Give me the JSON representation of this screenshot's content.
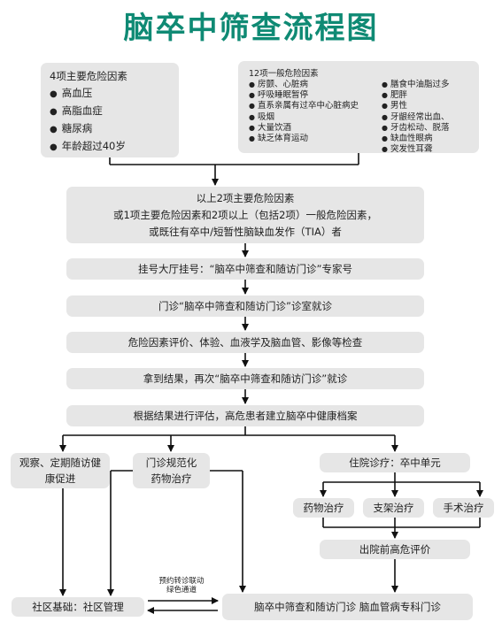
{
  "title": "脑卒中筛查流程图",
  "major_risk": {
    "heading": "4项主要危险因素",
    "items": [
      "高血压",
      "高脂血症",
      "糖尿病",
      "年龄超过40岁"
    ]
  },
  "general_risk": {
    "heading": "12项一般危险因素",
    "col1": [
      "房颤、心脏病",
      "呼吸睡眠暂停",
      "直系亲属有过卒中心脏病史",
      "吸烟",
      "大量饮酒",
      "缺乏体育运动"
    ],
    "col2": [
      "膳食中油脂过多",
      "肥胖",
      "男性",
      "牙龈经常出血、",
      "牙齿松动、脱落",
      "缺血性眼病",
      "突发性耳聋"
    ]
  },
  "criteria": {
    "line1": "以上2项主要危险因素",
    "line2": "或1项主要危险因素和2项以上（包括2项）一般危险因素，",
    "line3": "或既往有卒中/短暂性脑缺血发作（TIA）者"
  },
  "steps": [
    "挂号大厅挂号：“脑卒中筛查和随访门诊”专家号",
    "门诊“脑卒中筛查和随访门诊”诊室就诊",
    "危险因素评价、体验、血液学及脑血管、影像等检查",
    "拿到结果，再次“脑卒中筛查和随访门诊”就诊",
    "根据结果进行评估，高危患者建立脑卒中健康档案"
  ],
  "branches": {
    "observe": "观察、定期随访健康促进",
    "outpatient": "门诊规范化药物治疗",
    "inpatient": "住院诊疗：卒中单元",
    "drug": "药物治疗",
    "stent": "支架治疗",
    "surgery": "手术治疗",
    "discharge": "出院前高危评价",
    "community": "社区基础：社区管理",
    "clinic": "脑卒中筛查和随访门诊  脑血管病专科门诊",
    "referral1": "预约转诊联动",
    "referral2": "绿色通道"
  }
}
